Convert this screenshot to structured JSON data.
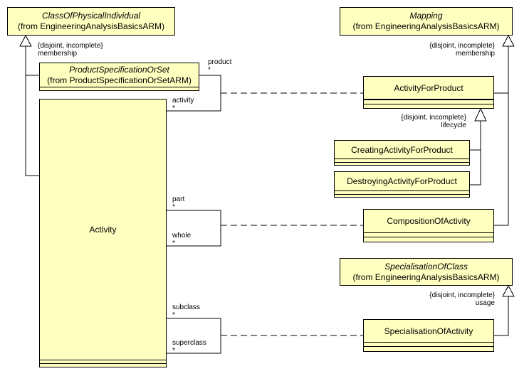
{
  "classes": {
    "class_of_physical_individual": {
      "name": "ClassOfPhysicalIndividual",
      "origin": "(from EngineeringAnalysisBasicsARM)"
    },
    "mapping": {
      "name": "Mapping",
      "origin": "(from EngineeringAnalysisBasicsARM)"
    },
    "product_specification_or_set": {
      "name": "ProductSpecificationOrSet",
      "origin": "(from ProductSpecificationOrSetARM)"
    },
    "activity": {
      "name": "Activity"
    },
    "activity_for_product": {
      "name": "ActivityForProduct"
    },
    "creating_activity_for_product": {
      "name": "CreatingActivityForProduct"
    },
    "destroying_activity_for_product": {
      "name": "DestroyingActivityForProduct"
    },
    "composition_of_activity": {
      "name": "CompositionOfActivity"
    },
    "specialisation_of_class": {
      "name": "SpecialisationOfClass",
      "origin": "(from EngineeringAnalysisBasicsARM)"
    },
    "specialisation_of_activity": {
      "name": "SpecialisationOfActivity"
    }
  },
  "generalizations": {
    "membership_left": {
      "constraint": "{disjoint, incomplete}",
      "name": "membership"
    },
    "membership_right": {
      "constraint": "{disjoint, incomplete}",
      "name": "membership"
    },
    "lifecycle": {
      "constraint": "{disjoint, incomplete}",
      "name": "lifecycle"
    },
    "usage": {
      "constraint": "{disjoint, incomplete}",
      "name": "usage"
    }
  },
  "roles": {
    "product": {
      "name": "product",
      "multiplicity": "*"
    },
    "activity": {
      "name": "activity",
      "multiplicity": "*"
    },
    "part": {
      "name": "part",
      "multiplicity": "*"
    },
    "whole": {
      "name": "whole",
      "multiplicity": "*"
    },
    "subclass": {
      "name": "subclass",
      "multiplicity": "*"
    },
    "superclass": {
      "name": "superclass",
      "multiplicity": "*"
    }
  },
  "colors": {
    "class_fill": "#ffffc0",
    "line": "#000000"
  }
}
